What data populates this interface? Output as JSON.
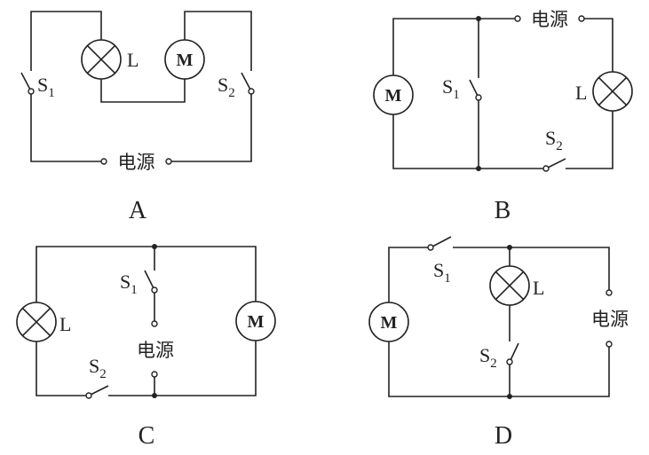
{
  "components": {
    "lamp": "L",
    "motor": "M",
    "switch_letter": "S",
    "s1_sub": "1",
    "s2_sub": "2",
    "source": "电源"
  },
  "options": [
    "A",
    "B",
    "C",
    "D"
  ],
  "colors": {
    "ink": "#222222",
    "background": "#ffffff"
  }
}
